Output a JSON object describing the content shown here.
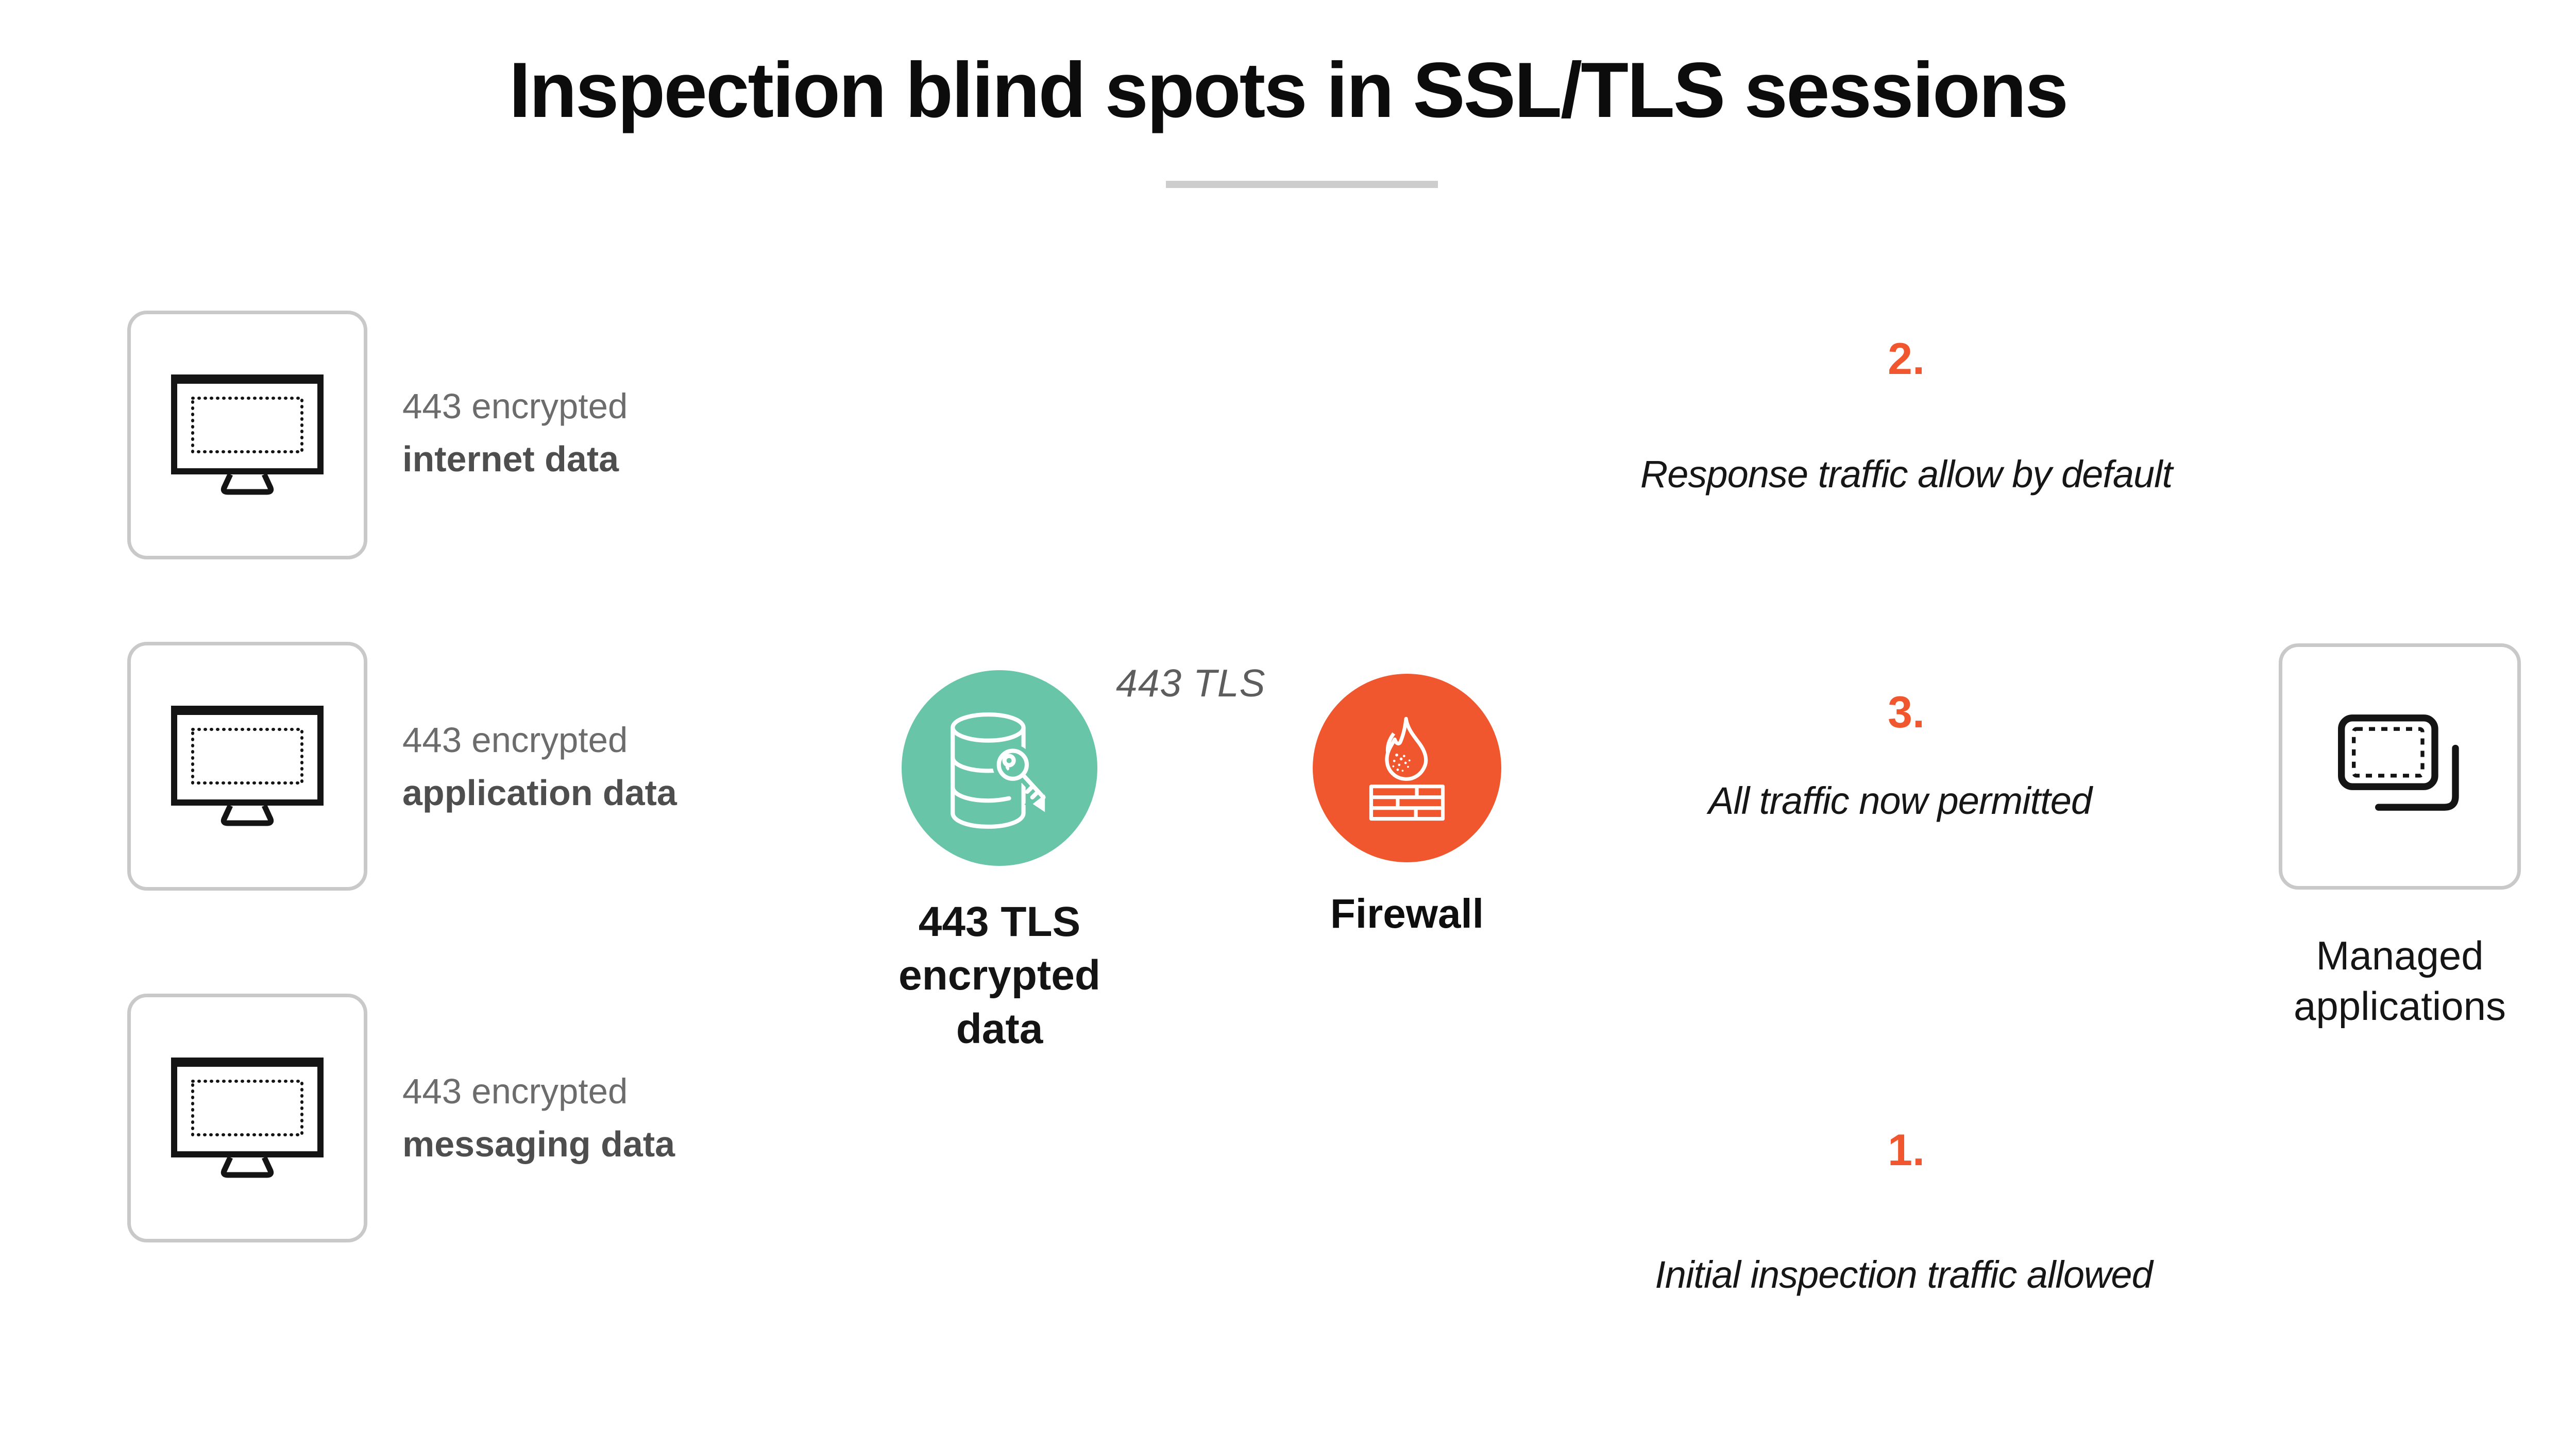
{
  "title": "Inspection blind spots in SSL/TLS sessions",
  "colors": {
    "accent_orange": "#F0572E",
    "accent_teal": "#68C5A7",
    "wire_gray": "#C3C3C3",
    "box_border_gray": "#C9C9C9",
    "label_gray": "#6C6C6C",
    "label_dark_gray": "#4E4E4E"
  },
  "sources": [
    {
      "line1": "443 encrypted",
      "line2": "internet data"
    },
    {
      "line1": "443 encrypted",
      "line2": "application data"
    },
    {
      "line1": "443 encrypted",
      "line2": "messaging data"
    }
  ],
  "tls_node": {
    "line1": "443 TLS",
    "line2": "encrypted",
    "line3": "data"
  },
  "tls_arrow_label": "443 TLS",
  "firewall": {
    "label": "Firewall"
  },
  "managed": {
    "line1": "Managed",
    "line2": "applications"
  },
  "flows": {
    "f1": {
      "number": "1.",
      "caption": "Initial inspection traffic allowed"
    },
    "f2": {
      "number": "2.",
      "caption": "Response traffic allow by default"
    },
    "f3": {
      "number": "3.",
      "caption": "All traffic now permitted"
    }
  }
}
